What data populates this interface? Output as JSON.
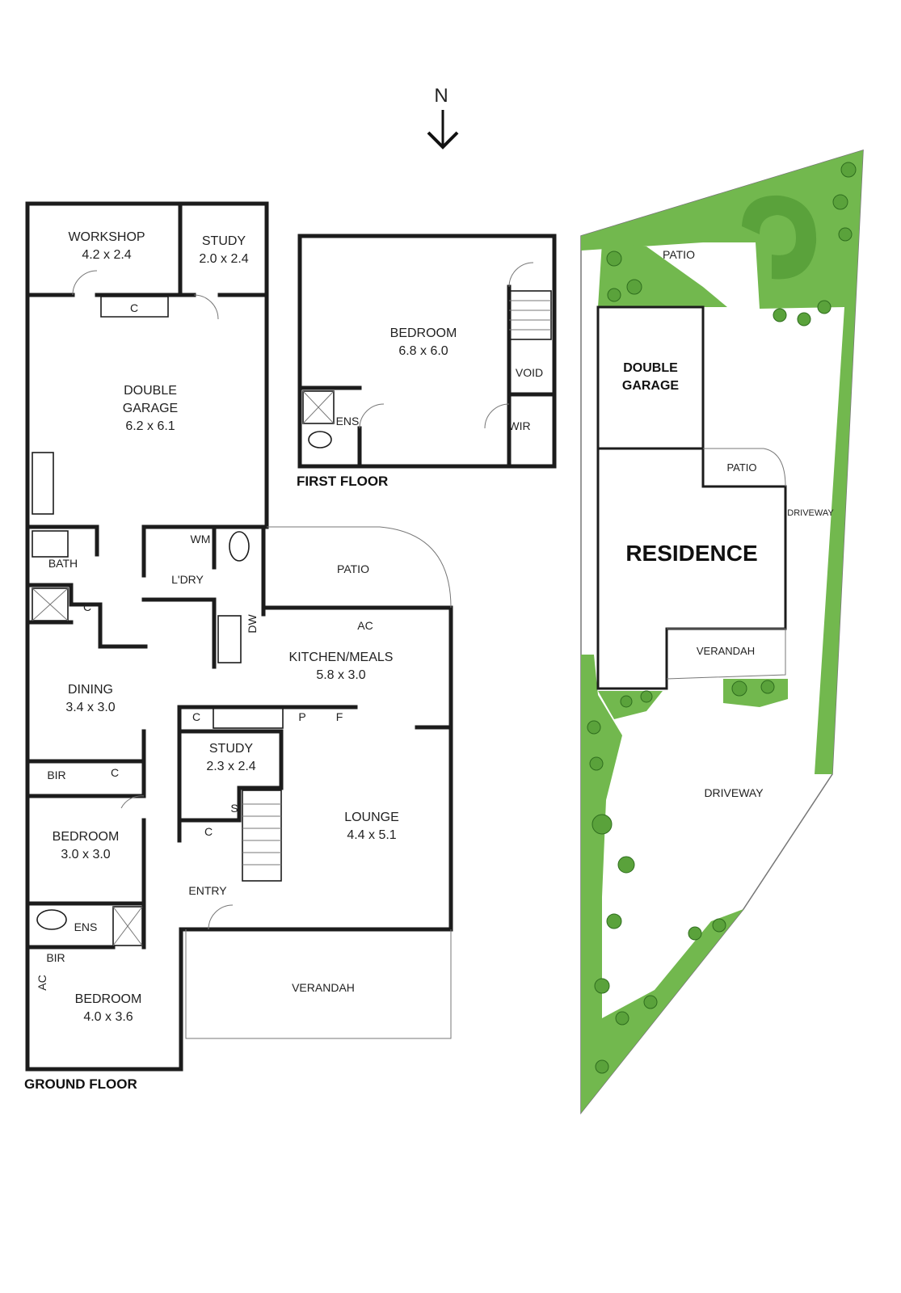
{
  "compass": {
    "label": "N"
  },
  "ground_floor": {
    "title": "GROUND FLOOR",
    "rooms": {
      "workshop": {
        "name": "WORKSHOP",
        "dims": "4.2 x 2.4"
      },
      "study_top": {
        "name": "STUDY",
        "dims": "2.0 x 2.4"
      },
      "garage": {
        "name1": "DOUBLE",
        "name2": "GARAGE",
        "dims": "6.2 x 6.1"
      },
      "bath": {
        "name": "BATH"
      },
      "laundry": {
        "name": "L'DRY"
      },
      "wm": {
        "name": "WM"
      },
      "patio": {
        "name": "PATIO"
      },
      "kitchen": {
        "name": "KITCHEN/MEALS",
        "dims": "5.8 x 3.0"
      },
      "dining": {
        "name": "DINING",
        "dims": "3.4 x 3.0"
      },
      "study": {
        "name": "STUDY",
        "dims": "2.3 x 2.4"
      },
      "lounge": {
        "name": "LOUNGE",
        "dims": "4.4 x 5.1"
      },
      "bedroom2": {
        "name": "BEDROOM",
        "dims": "3.0 x 3.0"
      },
      "bedroom1": {
        "name": "BEDROOM",
        "dims": "4.0 x 3.6"
      },
      "entry": {
        "name": "ENTRY"
      },
      "ens": {
        "name": "ENS"
      },
      "verandah": {
        "name": "VERANDAH"
      }
    },
    "markers": {
      "c": "C",
      "bir": "BIR",
      "p": "P",
      "f": "F",
      "s": "S",
      "ac": "AC",
      "dw": "DW"
    }
  },
  "first_floor": {
    "title": "FIRST FLOOR",
    "rooms": {
      "bedroom": {
        "name": "BEDROOM",
        "dims": "6.8 x 6.0"
      },
      "void": {
        "name": "VOID"
      },
      "wir": {
        "name": "WIR"
      },
      "ens": {
        "name": "ENS"
      }
    }
  },
  "site": {
    "patio_top": "PATIO",
    "garage1": "DOUBLE",
    "garage2": "GARAGE",
    "patio": "PATIO",
    "driveway_side": "DRIVEWAY",
    "residence": "RESIDENCE",
    "verandah": "VERANDAH",
    "driveway": "DRIVEWAY"
  },
  "colors": {
    "wall": "#1c1c1c",
    "landscape": "#72b84e",
    "tree": "#5aa23b"
  }
}
